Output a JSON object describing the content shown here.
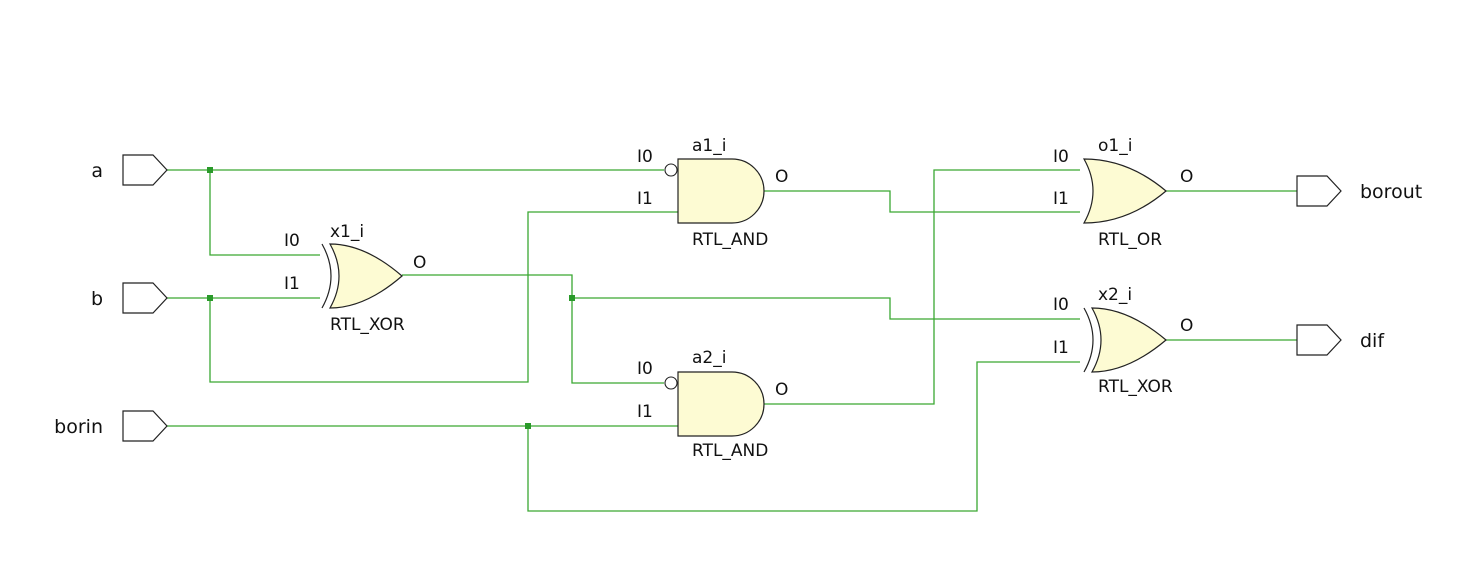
{
  "inputs": {
    "a": "a",
    "b": "b",
    "borin": "borin"
  },
  "outputs": {
    "borout": "borout",
    "dif": "dif"
  },
  "gates": {
    "x1": {
      "instance": "x1_i",
      "type": "RTL_XOR",
      "in0": "I0",
      "in1": "I1",
      "out": "O"
    },
    "a1": {
      "instance": "a1_i",
      "type": "RTL_AND",
      "in0": "I0",
      "in1": "I1",
      "out": "O"
    },
    "a2": {
      "instance": "a2_i",
      "type": "RTL_AND",
      "in0": "I0",
      "in1": "I1",
      "out": "O"
    },
    "o1": {
      "instance": "o1_i",
      "type": "RTL_OR",
      "in0": "I0",
      "in1": "I1",
      "out": "O"
    },
    "x2": {
      "instance": "x2_i",
      "type": "RTL_XOR",
      "in0": "I0",
      "in1": "I1",
      "out": "O"
    }
  },
  "colors": {
    "wire": "#3aa832",
    "gate_fill": "#fdfbd3",
    "outline": "#222222"
  }
}
